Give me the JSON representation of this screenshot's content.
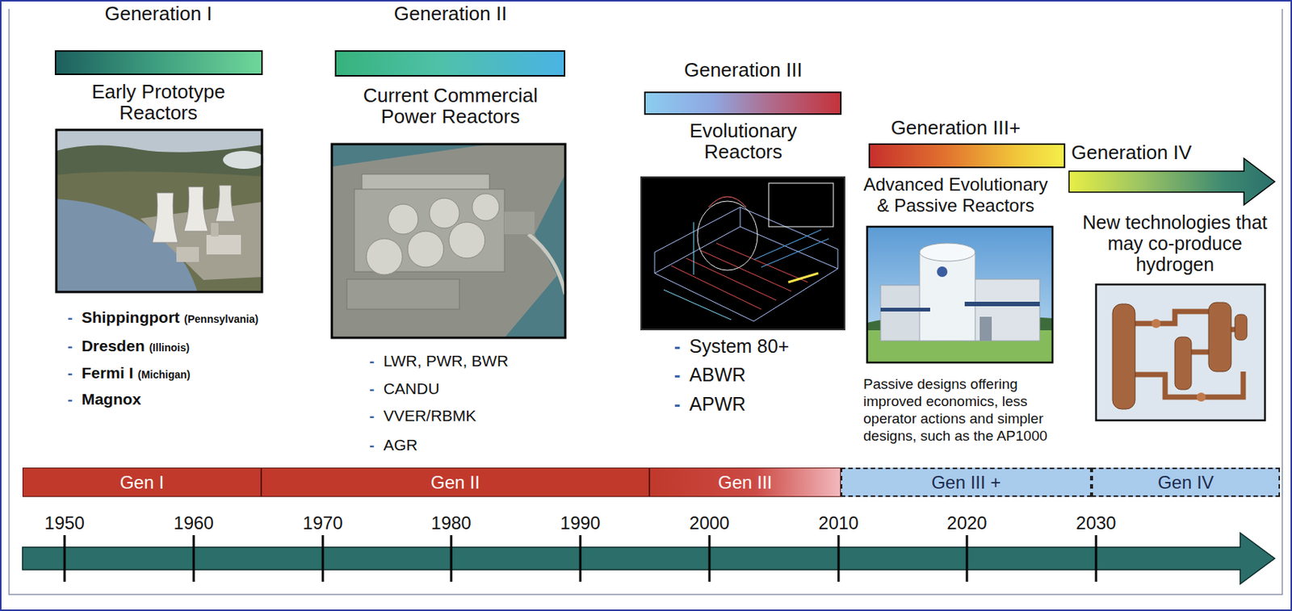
{
  "diagram": {
    "nodes": [
      {
        "text": [
          "Gen I"
        ]
      },
      {
        "text": [
          "Gen II"
        ]
      },
      {
        "text": [
          "Gen III"
        ]
      },
      {
        "text": [
          "Gen III +"
        ]
      },
      {
        "text": [
          "Gen IV"
        ]
      }
    ],
    "labels": [
      "Generation I",
      "Early Prototype Reactors",
      "-",
      "Shippingport",
      "(Pennsylvania)",
      "-",
      "Dresden",
      "(Illinois)",
      "-",
      "Fermi I",
      "(Michigan)",
      "-",
      "Magnox",
      "Generation II",
      "Current Commercial Power Reactors",
      "-",
      "LWR, PWR, BWR",
      "-",
      "CANDU",
      "-",
      "VVER/RBMK",
      "-",
      "AGR",
      "Generation III",
      "Evolutionary Reactors",
      "-",
      "System 80+",
      "-",
      "ABWR",
      "-",
      "APWR",
      "Generation III+",
      "Advanced Evolutionary & Passive Reactors",
      "Passive designs offering improved economics, less operator actions and simpler designs, such as the AP1000",
      "Generation IV",
      "New technologies that may co-produce hydrogen",
      "1950",
      "1960",
      "1970",
      "1980",
      "1990",
      "2000",
      "2010",
      "2020",
      "2030"
    ]
  }
}
